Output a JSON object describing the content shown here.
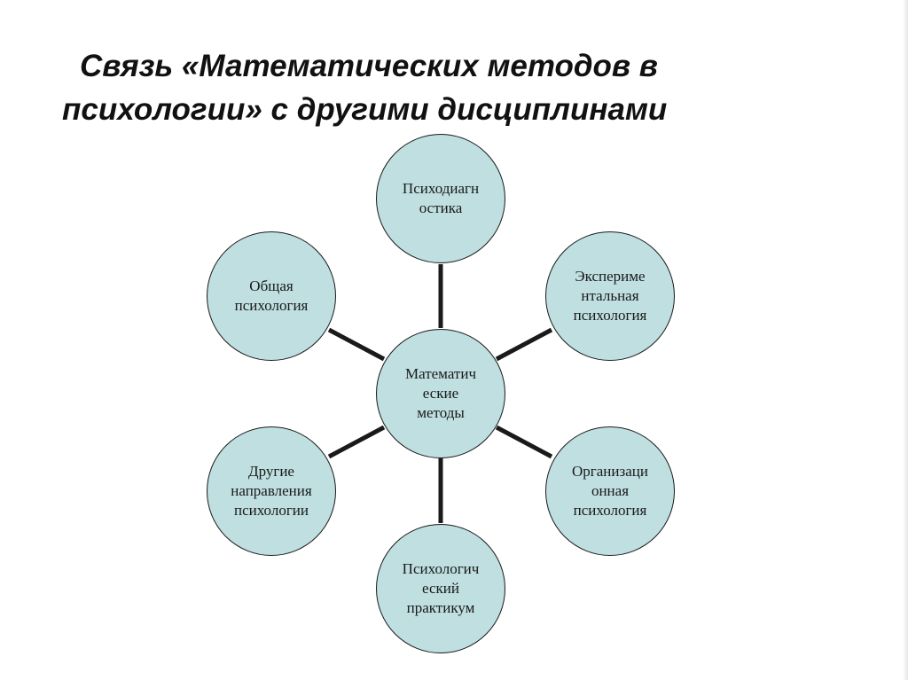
{
  "title": {
    "line1": "Связь «Математических методов в",
    "line2": "психологии» с другими дисциплинами"
  },
  "center": {
    "label": "Математич\nеские\nметоды"
  },
  "nodes": [
    {
      "id": "psychodiagnostics",
      "label": "Психодиагн\nостика"
    },
    {
      "id": "experimental-psychology",
      "label": "Экспериме\nнтальная\nпсихология"
    },
    {
      "id": "organizational-psychology",
      "label": "Организаци\nонная\nпсихология"
    },
    {
      "id": "psychological-practicum",
      "label": "Психологич\nеский\nпрактикум"
    },
    {
      "id": "other-directions",
      "label": "Другие\nнаправления\nпсихологии"
    },
    {
      "id": "general-psychology",
      "label": "Общая\nпсихология"
    }
  ],
  "colors": {
    "node_fill": "#bfdfe0",
    "outline": "#1a1a1a"
  }
}
